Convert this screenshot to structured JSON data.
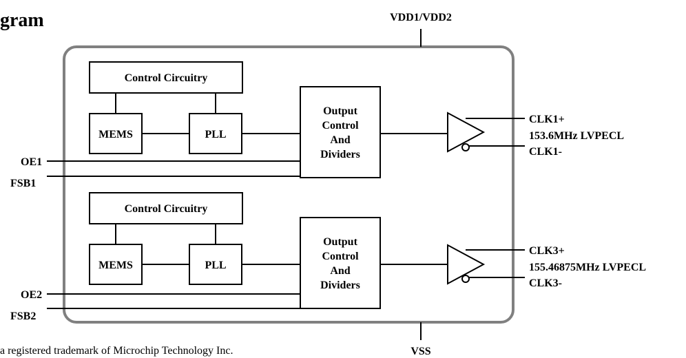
{
  "heading": "gram",
  "power": {
    "top": "VDD1/VDD2",
    "bottom": "VSS"
  },
  "channels": [
    {
      "control": "Control Circuitry",
      "mems": "MEMS",
      "pll": "PLL",
      "output_block": [
        "Output",
        "Control",
        "And",
        "Dividers"
      ],
      "oe": "OE1",
      "fsb": "FSB1",
      "clk_pos": "CLK1+",
      "freq": "153.6MHz LVPECL",
      "clk_neg": "CLK1-"
    },
    {
      "control": "Control Circuitry",
      "mems": "MEMS",
      "pll": "PLL",
      "output_block": [
        "Output",
        "Control",
        "And",
        "Dividers"
      ],
      "oe": "OE2",
      "fsb": "FSB2",
      "clk_pos": "CLK3+",
      "freq": "155.46875MHz LVPECL",
      "clk_neg": "CLK3-"
    }
  ],
  "footer": "a registered trademark of Microchip Technology Inc.",
  "colors": {
    "outline": "#808080",
    "line": "#000000"
  }
}
